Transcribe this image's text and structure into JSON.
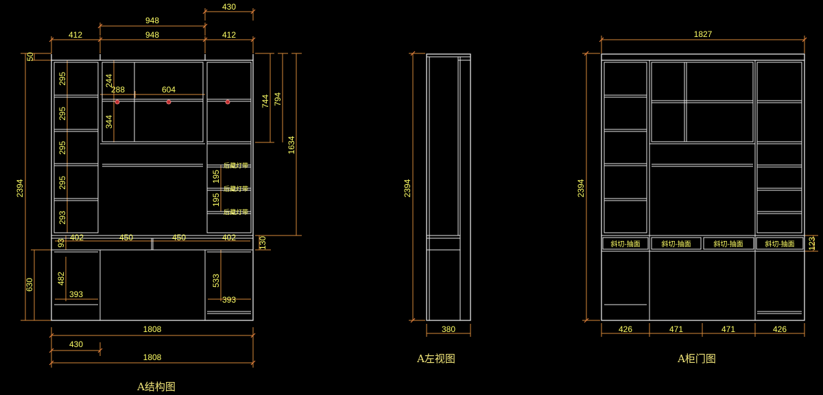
{
  "views": {
    "structure": {
      "title": "A结构图",
      "dims": {
        "top_430": "430",
        "top_948a": "948",
        "left_412": "412",
        "mid_948": "948",
        "right_412": "412",
        "h50": "50",
        "s295a": "295",
        "s295b": "295",
        "s295c": "295",
        "s295d": "295",
        "s293": "293",
        "v244": "244",
        "w288": "288",
        "w604": "604",
        "v344": "344",
        "v744": "744",
        "v794": "794",
        "v1634": "1634",
        "v195a": "195",
        "v195b": "195",
        "h2394": "2394",
        "d402a": "402",
        "d450a": "450",
        "d450b": "450",
        "d402b": "402",
        "v93": "93",
        "v130": "130",
        "v630": "630",
        "v482": "482",
        "w393a": "393",
        "v533": "533",
        "w393b": "393",
        "b1808a": "1808",
        "b430": "430",
        "b1808b": "1808"
      },
      "notes": [
        "后藏灯带",
        "后藏灯带",
        "后藏灯带"
      ]
    },
    "left": {
      "title": "A左视图",
      "dims": {
        "h2394": "2394",
        "w380": "380"
      }
    },
    "door": {
      "title": "A柜门图",
      "dims": {
        "w1827": "1827",
        "h2394": "2394",
        "v123": "123",
        "b426a": "426",
        "b471a": "471",
        "b471b": "471",
        "b426b": "426"
      },
      "drawer_labels": [
        "斜切-抽面",
        "斜切-抽面",
        "斜切-抽面",
        "斜切-抽面"
      ]
    }
  }
}
